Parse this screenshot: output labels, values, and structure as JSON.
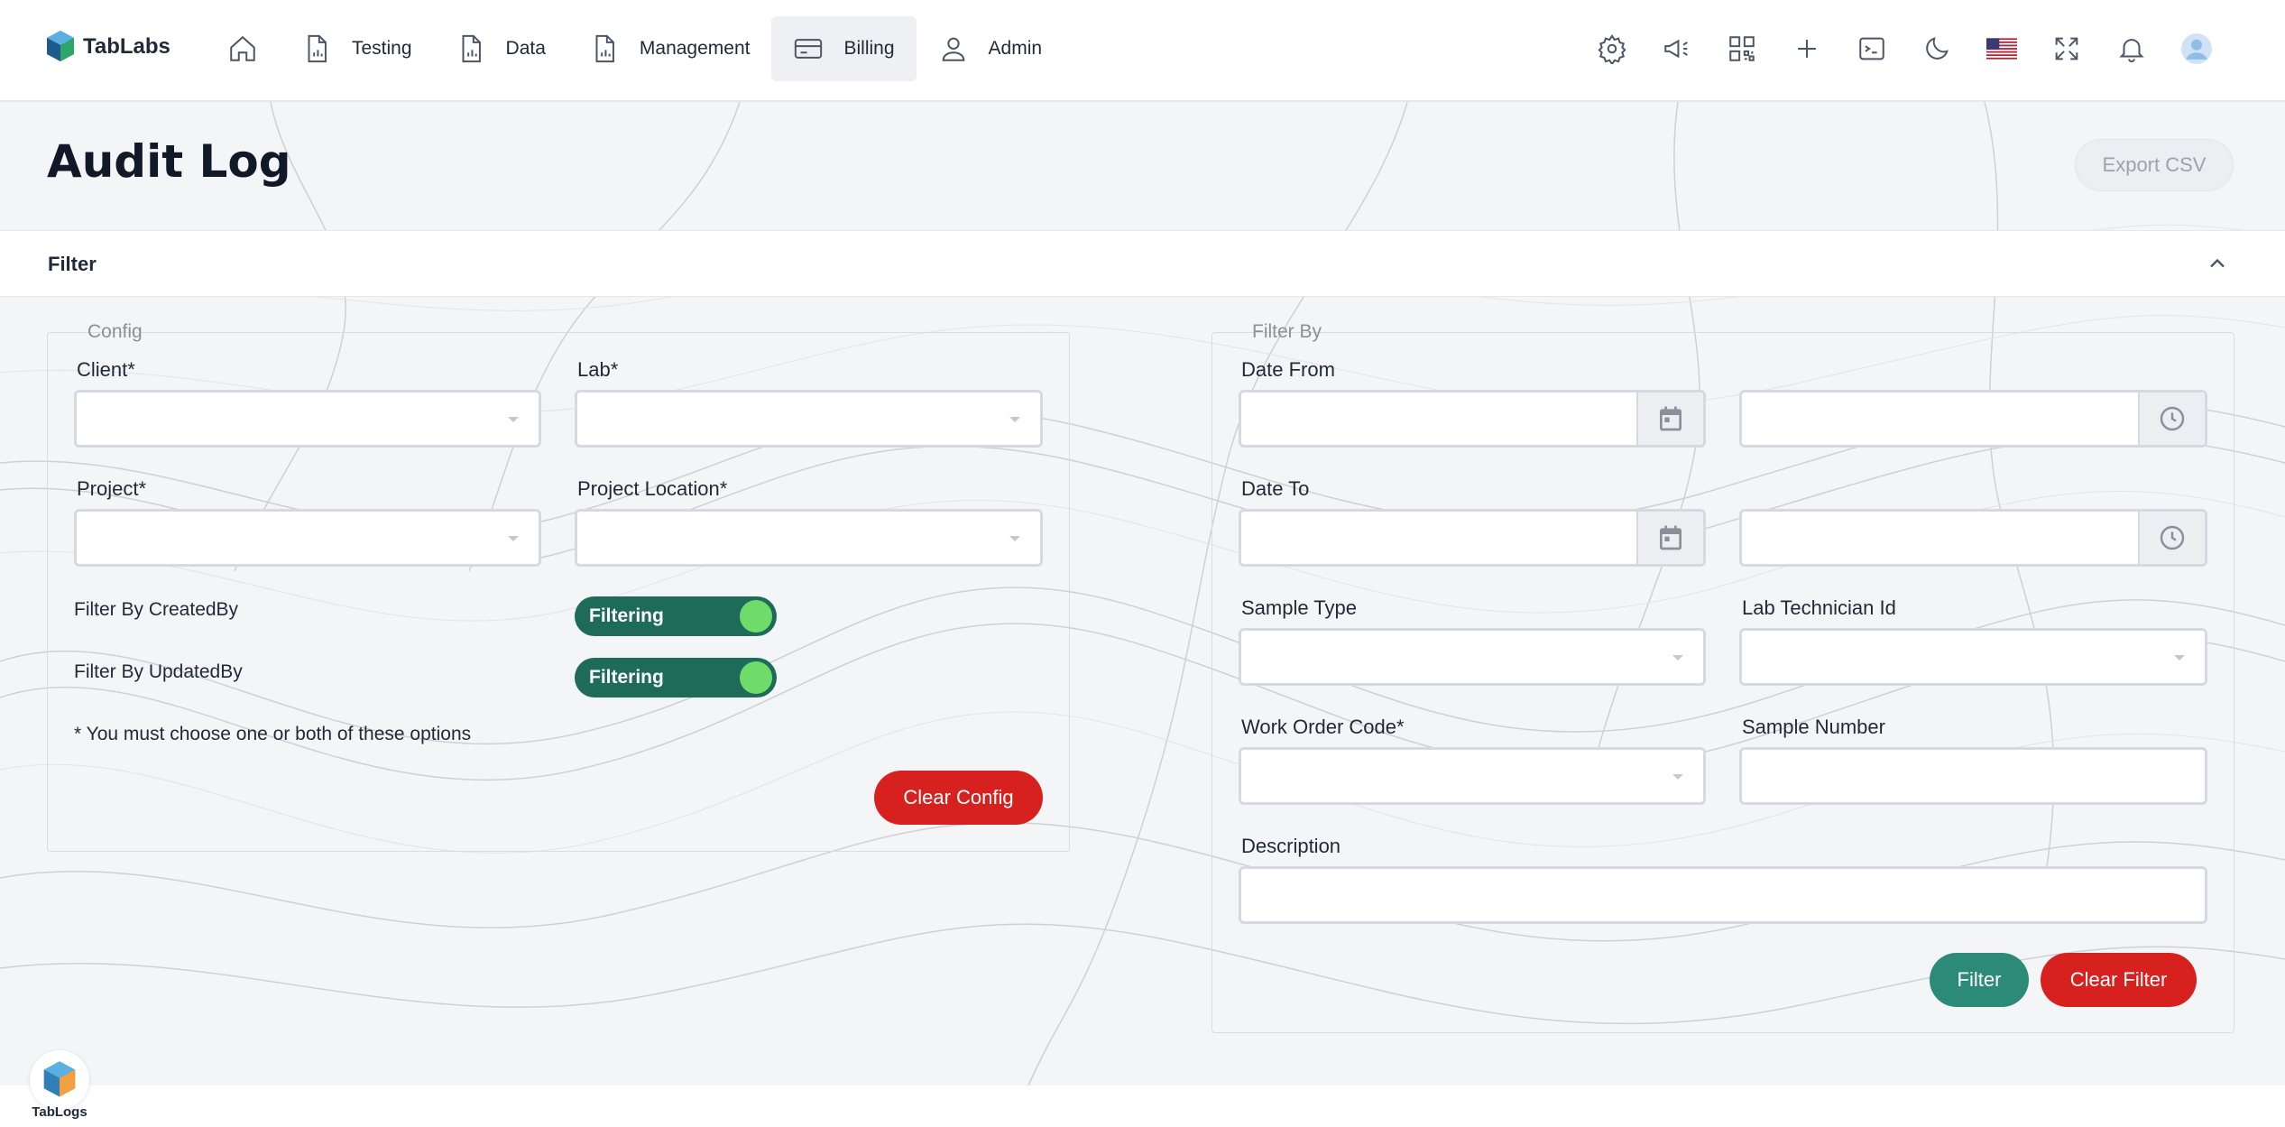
{
  "app": {
    "brand": "TabLabs",
    "footer_brand": "TabLogs"
  },
  "nav": {
    "items": [
      {
        "label": "",
        "icon": "home-icon"
      },
      {
        "label": "Testing",
        "icon": "document-chart-icon"
      },
      {
        "label": "Data",
        "icon": "document-chart-icon"
      },
      {
        "label": "Management",
        "icon": "document-chart-icon"
      },
      {
        "label": "Billing",
        "icon": "credit-card-icon",
        "active": true
      },
      {
        "label": "Admin",
        "icon": "user-icon"
      }
    ],
    "right_icons": [
      "gear-icon",
      "megaphone-icon",
      "qr-code-icon",
      "plus-icon",
      "terminal-icon",
      "moon-icon",
      "us-flag-icon",
      "fullscreen-icon",
      "bell-icon",
      "avatar-icon"
    ]
  },
  "page": {
    "title": "Audit Log",
    "export_label": "Export CSV"
  },
  "filter": {
    "label": "Filter"
  },
  "config": {
    "legend": "Config",
    "client_label": "Client*",
    "lab_label": "Lab*",
    "project_label": "Project*",
    "project_location_label": "Project Location*",
    "created_by_label": "Filter By CreatedBy",
    "updated_by_label": "Filter By UpdatedBy",
    "toggle_text": "Filtering",
    "note": "* You must choose one or both of these options",
    "clear_label": "Clear Config"
  },
  "filter_by": {
    "legend": "Filter By",
    "date_from_label": "Date From",
    "date_to_label": "Date To",
    "sample_type_label": "Sample Type",
    "lab_technician_label": "Lab Technician Id",
    "work_order_label": "Work Order Code*",
    "sample_number_label": "Sample Number",
    "description_label": "Description",
    "filter_button": "Filter",
    "clear_filter_button": "Clear Filter"
  },
  "colors": {
    "toggle_bg": "#1f6b5a",
    "toggle_knob": "#6fdc6a",
    "danger": "#d6211f",
    "primary": "#2b8a78"
  }
}
